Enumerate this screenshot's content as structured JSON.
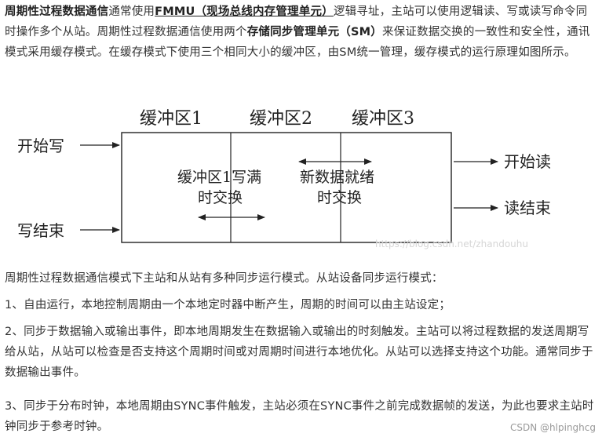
{
  "intro": {
    "t1": "周期性过程数据通信",
    "t2": "通常使用",
    "t3": "FMMU（现场总线内存管理单元）",
    "t4": "逻辑寻址，主站可以使用逻辑读、写或读写命令同时操作多个从站。周期性过程数据通信使用两个",
    "t5": "存储同步管理单元（SM）",
    "t6": "来保证数据交换的一致性和安全性，通讯模式采用缓存模式。在缓存模式下使用三个相同大小的缓冲区，由SM统一管理，缓存模式的运行原理如图所示。"
  },
  "diagram": {
    "buffer1": "缓冲区1",
    "buffer2": "缓冲区2",
    "buffer3": "缓冲区3",
    "start_write": "开始写",
    "end_write": "写结束",
    "start_read": "开始读",
    "end_read": "读结束",
    "note_left_line1": "缓冲区1写满",
    "note_left_line2": "时交换",
    "note_right_line1": "新数据就绪",
    "note_right_line2": "时交换",
    "watermark": "https://blog.csdn.net/zhandouhu"
  },
  "body": {
    "p2": "周期性过程数据通信模式下主站和从站有多种同步运行模式。从站设备同步运行模式：",
    "p3": "1、自由运行，本地控制周期由一个本地定时器中断产生，周期的时间可以由主站设定；",
    "p4": "2、同步于数据输入或输出事件，即本地周期发生在数据输入或输出的时刻触发。主站可以将过程数据的发送周期写给从站，从站可以检查是否支持这个周期时间或对周期时间进行本地优化。从站可以选择支持这个功能。通常同步于数据输出事件。",
    "p5": "3、同步于分布时钟，本地周期由SYNC事件触发，主站必须在SYNC事件之前完成数据帧的发送，为此也要求主站时钟同步于参考时钟。"
  },
  "footer": {
    "csdn": "CSDN @hlpinghcg"
  }
}
